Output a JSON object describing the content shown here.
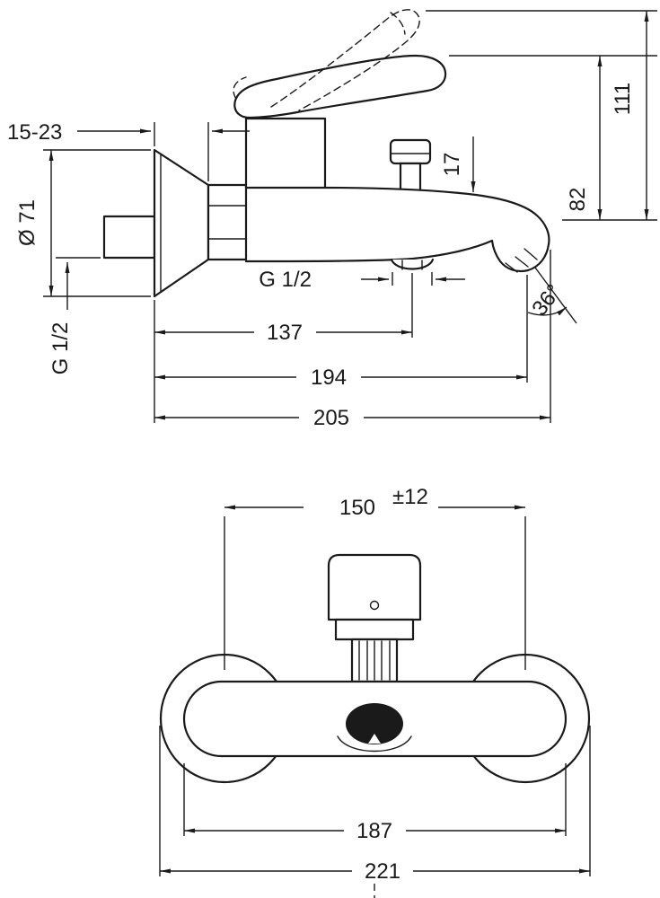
{
  "page": {
    "background": "#ffffff",
    "line_color": "#1a1a1a"
  },
  "side_view": {
    "wall_depth": "15-23",
    "escutcheon_diameter": "Ø 71",
    "wall_thread": "G 1/2",
    "outlet_thread": "G 1/2",
    "spout_drop": "17",
    "height_handle_closed": "82",
    "height_handle_open": "111",
    "spray_angle": "36°",
    "wall_to_outlet": "137",
    "wall_to_spout_end": "194",
    "spout_reach": "205"
  },
  "front_view": {
    "connection_distance": "150",
    "tolerance": "±12",
    "body_length": "187",
    "overall_width": "221"
  }
}
